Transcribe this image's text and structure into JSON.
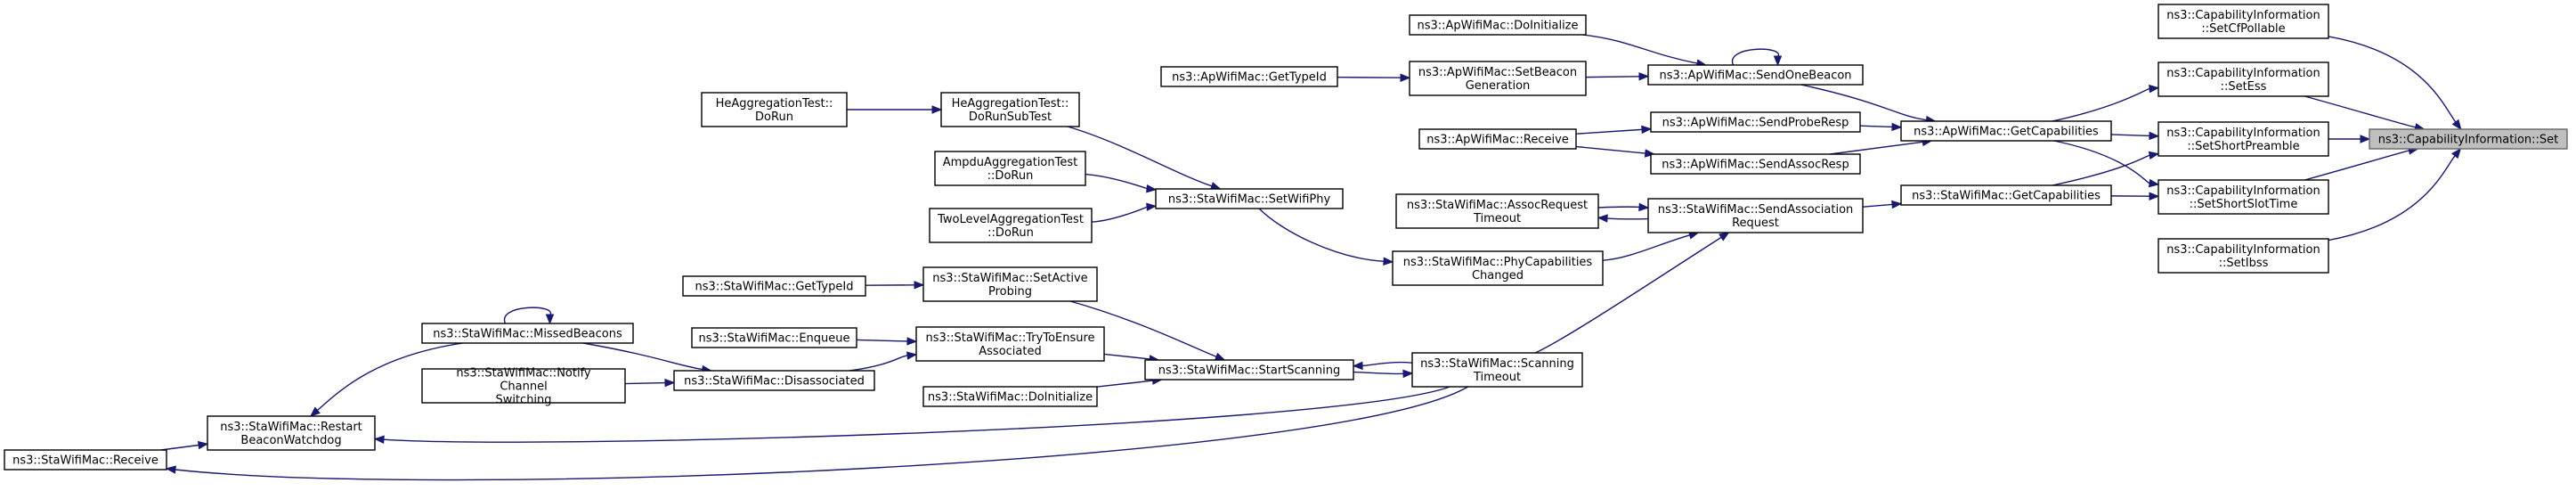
{
  "graph": {
    "colors": {
      "edge": "#191970",
      "root_fill": "#bfbfbf",
      "node_fill": "#ffffff",
      "node_stroke": "#000000"
    },
    "nodes": {
      "sta_receive": {
        "lines": [
          "ns3::StaWifiMac::Receive"
        ]
      },
      "restart_watchdog": {
        "lines": [
          "ns3::StaWifiMac::Restart",
          "BeaconWatchdog"
        ]
      },
      "missed_beacons": {
        "lines": [
          "ns3::StaWifiMac::MissedBeacons"
        ]
      },
      "notify_channel": {
        "lines": [
          "ns3::StaWifiMac::Notify",
          "Channel",
          "Switching"
        ]
      },
      "disassociated": {
        "lines": [
          "ns3::StaWifiMac::Disassociated"
        ]
      },
      "sta_gettypeid": {
        "lines": [
          "ns3::StaWifiMac::GetTypeId"
        ]
      },
      "sta_enqueue": {
        "lines": [
          "ns3::StaWifiMac::Enqueue"
        ]
      },
      "set_active_probing": {
        "lines": [
          "ns3::StaWifiMac::SetActive",
          "Probing"
        ]
      },
      "try_ensure": {
        "lines": [
          "ns3::StaWifiMac::TryToEnsure",
          "Associated"
        ]
      },
      "sta_doinit": {
        "lines": [
          "ns3::StaWifiMac::DoInitialize"
        ]
      },
      "start_scanning": {
        "lines": [
          "ns3::StaWifiMac::StartScanning"
        ]
      },
      "scanning_timeout": {
        "lines": [
          "ns3::StaWifiMac::Scanning",
          "Timeout"
        ]
      },
      "he_dorun": {
        "lines": [
          "HeAggregationTest::",
          "DoRun"
        ]
      },
      "he_dorunsub": {
        "lines": [
          "HeAggregationTest::",
          "DoRunSubTest"
        ]
      },
      "ampdu_dorun": {
        "lines": [
          "AmpduAggregationTest",
          "::DoRun"
        ]
      },
      "twolevel_dorun": {
        "lines": [
          "TwoLevelAggregationTest",
          "::DoRun"
        ]
      },
      "set_wifi_phy": {
        "lines": [
          "ns3::StaWifiMac::SetWifiPhy"
        ]
      },
      "phy_caps_changed": {
        "lines": [
          "ns3::StaWifiMac::PhyCapabilities",
          "Changed"
        ]
      },
      "assoc_req_timeout": {
        "lines": [
          "ns3::StaWifiMac::AssocRequest",
          "Timeout"
        ]
      },
      "send_assoc_req": {
        "lines": [
          "ns3::StaWifiMac::SendAssociation",
          "Request"
        ]
      },
      "sta_getcaps": {
        "lines": [
          "ns3::StaWifiMac::GetCapabilities"
        ]
      },
      "ap_gettypeid": {
        "lines": [
          "ns3::ApWifiMac::GetTypeId"
        ]
      },
      "ap_doinit": {
        "lines": [
          "ns3::ApWifiMac::DoInitialize"
        ]
      },
      "ap_setbeacon": {
        "lines": [
          "ns3::ApWifiMac::SetBeacon",
          "Generation"
        ]
      },
      "ap_sendbeacon": {
        "lines": [
          "ns3::ApWifiMac::SendOneBeacon"
        ]
      },
      "ap_receive": {
        "lines": [
          "ns3::ApWifiMac::Receive"
        ]
      },
      "ap_sendprobe": {
        "lines": [
          "ns3::ApWifiMac::SendProbeResp"
        ]
      },
      "ap_sendassoc": {
        "lines": [
          "ns3::ApWifiMac::SendAssocResp"
        ]
      },
      "ap_getcaps": {
        "lines": [
          "ns3::ApWifiMac::GetCapabilities"
        ]
      },
      "ci_setcfpollable": {
        "lines": [
          "ns3::CapabilityInformation",
          "::SetCfPollable"
        ]
      },
      "ci_setess": {
        "lines": [
          "ns3::CapabilityInformation",
          "::SetEss"
        ]
      },
      "ci_setshortpreamble": {
        "lines": [
          "ns3::CapabilityInformation",
          "::SetShortPreamble"
        ]
      },
      "ci_setshortslot": {
        "lines": [
          "ns3::CapabilityInformation",
          "::SetShortSlotTime"
        ]
      },
      "ci_setibss": {
        "lines": [
          "ns3::CapabilityInformation",
          "::SetIbss"
        ]
      },
      "ci_set": {
        "lines": [
          "ns3::CapabilityInformation::Set"
        ]
      }
    }
  }
}
